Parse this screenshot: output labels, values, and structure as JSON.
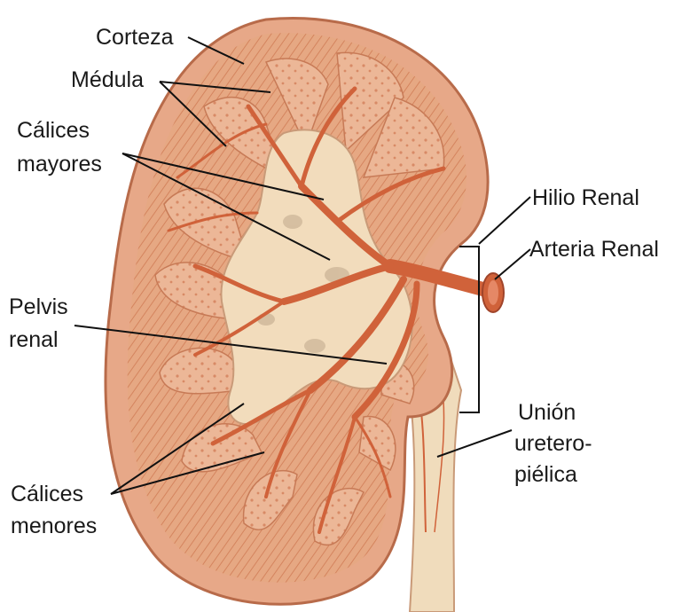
{
  "labels": {
    "corteza": "Corteza",
    "medula": "Médula",
    "calices_mayores_1": "Cálices",
    "calices_mayores_2": "mayores",
    "hilio_renal": "Hilio Renal",
    "arteria_renal": "Arteria Renal",
    "pelvis_1": "Pelvis",
    "pelvis_2": "renal",
    "union_1": "Unión",
    "union_2": "uretero-",
    "union_3": "piélica",
    "calices_menores_1": "Cálices",
    "calices_menores_2": "menores"
  },
  "colors": {
    "capsule": "#dc9a78",
    "cortex": "#eab494",
    "pyramid": "#e2a07a",
    "vessel": "#d0623a",
    "pelvis": "#f2dcbc",
    "ureter": "#f0dcbc",
    "leader": "#111111"
  }
}
